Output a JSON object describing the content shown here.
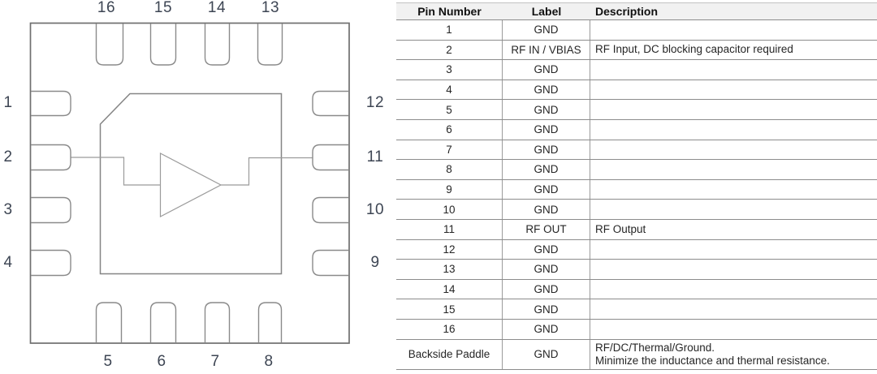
{
  "diagram": {
    "symbol": "amplifier",
    "pins": {
      "top": [
        "16",
        "15",
        "14",
        "13"
      ],
      "right": [
        "12",
        "11",
        "10",
        "9"
      ],
      "bottom": [
        "5",
        "6",
        "7",
        "8"
      ],
      "left": [
        "1",
        "2",
        "3",
        "4"
      ]
    }
  },
  "table": {
    "headers": {
      "pin": "Pin Number",
      "label": "Label",
      "description": "Description"
    },
    "rows": [
      {
        "pin": "1",
        "label": "GND",
        "description": ""
      },
      {
        "pin": "2",
        "label": "RF IN / VBIAS",
        "description": "RF Input, DC blocking capacitor required"
      },
      {
        "pin": "3",
        "label": "GND",
        "description": ""
      },
      {
        "pin": "4",
        "label": "GND",
        "description": ""
      },
      {
        "pin": "5",
        "label": "GND",
        "description": ""
      },
      {
        "pin": "6",
        "label": "GND",
        "description": ""
      },
      {
        "pin": "7",
        "label": "GND",
        "description": ""
      },
      {
        "pin": "8",
        "label": "GND",
        "description": ""
      },
      {
        "pin": "9",
        "label": "GND",
        "description": ""
      },
      {
        "pin": "10",
        "label": "GND",
        "description": ""
      },
      {
        "pin": "11",
        "label": "RF OUT",
        "description": "RF Output"
      },
      {
        "pin": "12",
        "label": "GND",
        "description": ""
      },
      {
        "pin": "13",
        "label": "GND",
        "description": ""
      },
      {
        "pin": "14",
        "label": "GND",
        "description": ""
      },
      {
        "pin": "15",
        "label": "GND",
        "description": ""
      },
      {
        "pin": "16",
        "label": "GND",
        "description": ""
      },
      {
        "pin": "Backside Paddle",
        "label": "GND",
        "description": "RF/DC/Thermal/Ground.\nMinimize the inductance and thermal resistance."
      }
    ]
  },
  "colors": {
    "package_outline": "#6f6f6f",
    "pin_outline": "#8a8a8a",
    "amp_line": "#9b9b9b",
    "pin_number_text": "#3d4553",
    "table_border": "#8c8c8c"
  }
}
